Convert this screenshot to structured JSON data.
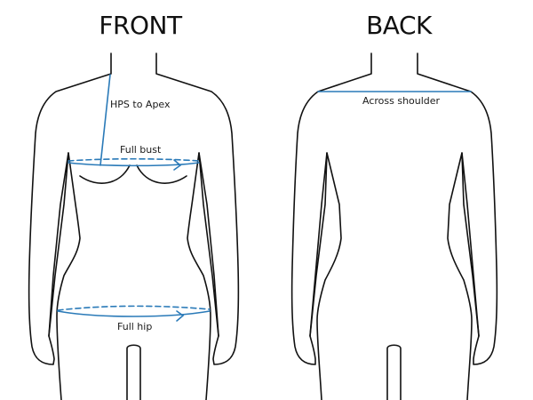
{
  "colors": {
    "outline": "#111111",
    "measure": "#2a7ab8",
    "background": "#ffffff"
  },
  "front": {
    "title": "FRONT",
    "measurements": [
      {
        "id": "hps-to-apex",
        "label": "HPS to Apex",
        "style": "solid-line"
      },
      {
        "id": "full-bust",
        "label": "Full bust",
        "style": "circumference-arrow"
      },
      {
        "id": "full-hip",
        "label": "Full hip",
        "style": "circumference-arrow"
      }
    ]
  },
  "back": {
    "title": "BACK",
    "measurements": [
      {
        "id": "across-shoulder",
        "label": "Across shoulder",
        "style": "solid-line"
      }
    ]
  }
}
